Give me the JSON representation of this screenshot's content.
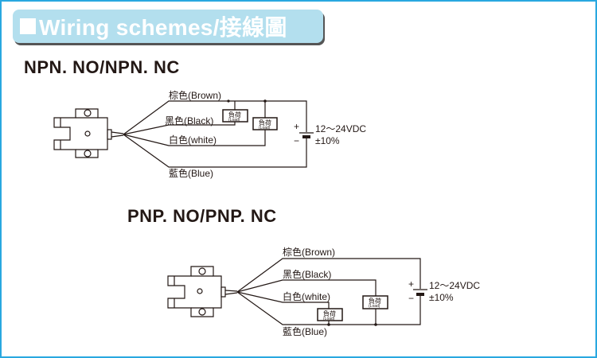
{
  "title": "Wiring schemes/接線圖",
  "npn": {
    "heading": "NPN. NO/NPN. NC",
    "wires": {
      "brown": "棕色(Brown)",
      "black": "黑色(Black)",
      "white": "白色(white)",
      "blue": "藍色(Blue)"
    },
    "load_label": "負荷",
    "load_sub": "(Load)",
    "voltage": "12～24VDC",
    "tolerance": "±10%",
    "plus": "+",
    "minus": "−"
  },
  "pnp": {
    "heading": "PNP. NO/PNP. NC",
    "wires": {
      "brown": "棕色(Brown)",
      "black": "黑色(Black)",
      "white": "白色(white)",
      "blue": "藍色(Blue)"
    },
    "load_label": "負荷",
    "load_sub": "(Load)",
    "voltage": "12～24VDC",
    "tolerance": "±10%",
    "plus": "+",
    "minus": "−"
  },
  "colors": {
    "border": "#29a8e0",
    "title_bg": "#b3dfee",
    "line": "#231815"
  }
}
